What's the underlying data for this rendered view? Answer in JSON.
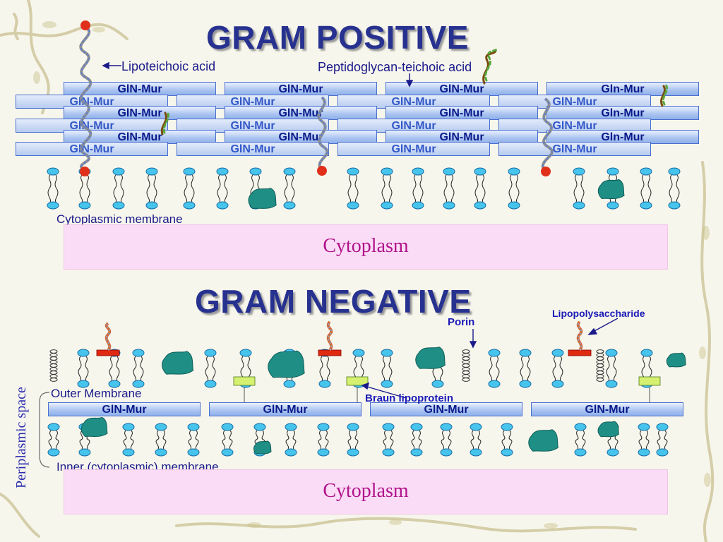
{
  "gram_positive": {
    "title": "GRAM POSITIVE",
    "lipoteichoic_label": "Lipoteichoic acid",
    "peptidoglycan_teichoic_label": "Peptidoglycan-teichoic acid",
    "membrane_label": "Cytoplasmic membrane",
    "cytoplasm_label": "Cytoplasm",
    "layer_rows": [
      [
        "GlN-Mur",
        "GlN-Mur",
        "GlN-Mur",
        "Gln-Mur"
      ],
      [
        "GlN-Mur",
        "GlN-Mur",
        "GlN-Mur",
        "GlN-Mur"
      ],
      [
        "GlN-Mur",
        "GlN-Mur",
        "GlN-Mur",
        "Gln-Mur"
      ],
      [
        "GlN-Mur",
        "GlN-Mur",
        "GlN-Mur",
        "GlN-Mur"
      ],
      [
        "GlN-Mur",
        "GlN-Mur",
        "GlN-Mur",
        "Gln-Mur"
      ],
      [
        "GlN-Mur",
        "GlN-Mur",
        "GlN-Mur",
        "GlN-Mur"
      ]
    ]
  },
  "gram_negative": {
    "title": "GRAM NEGATIVE",
    "lps_label": "Lipopolysaccharide",
    "porin_label": "Porin",
    "outer_membrane_label": "Outer Membrane",
    "braun_label": "Braun lipoprotein",
    "inner_membrane_label": "Inner (cytoplasmic) membrane",
    "periplasmic_label": "Periplasmic space",
    "cytoplasm_label": "Cytoplasm",
    "layer_labels": [
      "GlN-Mur",
      "GlN-Mur",
      "GlN-Mur",
      "GlN-Mur"
    ]
  },
  "colors": {
    "title": "#27318f",
    "label": "#1a1a8a",
    "lipid_head": "#47c4ec",
    "protein": "#1f8f86",
    "lps_bar": "#e02a10",
    "lipoprotein": "#d6f070",
    "cytoplasm_bg": "#fbdcf6",
    "cytoplasm_text": "#b0128a",
    "vine": "#b8ad72"
  }
}
